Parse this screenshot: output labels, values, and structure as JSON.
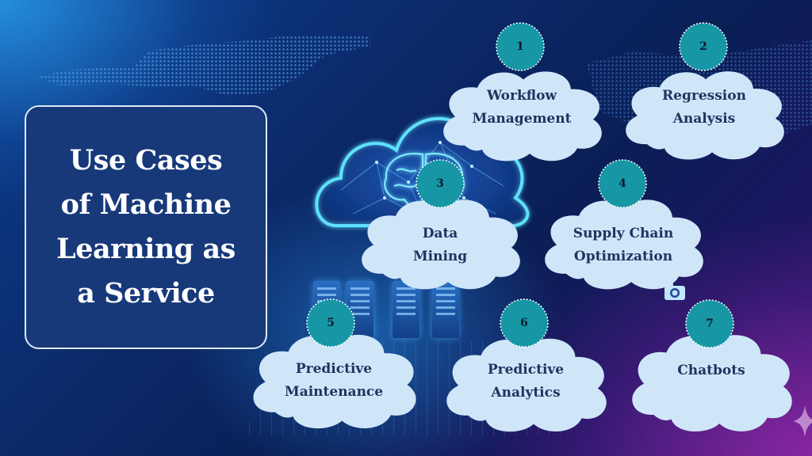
{
  "title": {
    "text": "Use Cases\nof Machine\nLearning as\na Service"
  },
  "use_cases": [
    {
      "number": "1",
      "label": "Workflow\nManagement"
    },
    {
      "number": "2",
      "label": "Regression\nAnalysis"
    },
    {
      "number": "3",
      "label": "Data\nMining"
    },
    {
      "number": "4",
      "label": "Supply Chain\nOptimization"
    },
    {
      "number": "5",
      "label": "Predictive\nMaintenance"
    },
    {
      "number": "6",
      "label": "Predictive\nAnalytics"
    },
    {
      "number": "7",
      "label": "Chatbots"
    }
  ],
  "colors": {
    "title_box_bg": "#17397a",
    "cloud_fill": "#cfe6f9",
    "badge_fill": "#1797a6",
    "label_text": "#1b3560",
    "glow": "#5fe0ff"
  },
  "icons": {
    "center": "cloud-brain-icon",
    "decor_camera": "camera-icon",
    "decor_sparkle": "sparkle-icon"
  }
}
